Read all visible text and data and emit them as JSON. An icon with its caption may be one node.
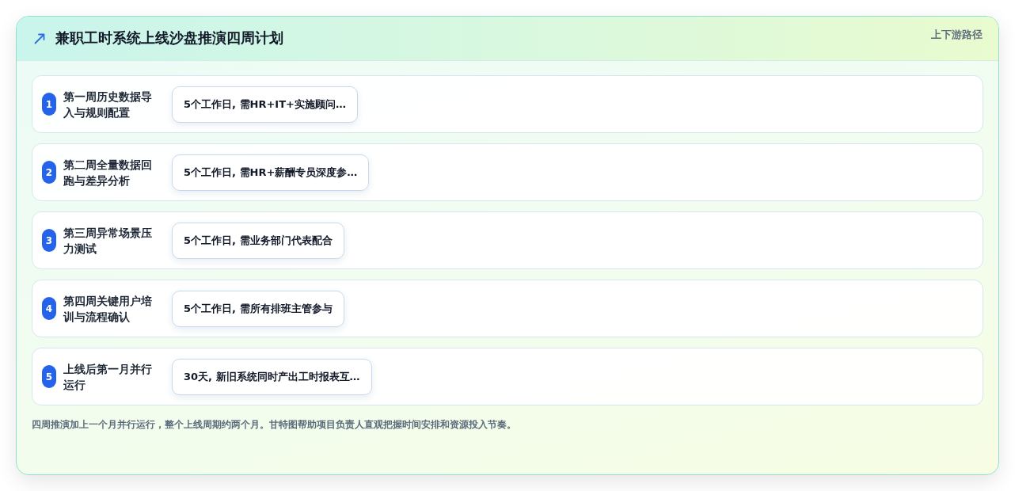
{
  "diagram": {
    "title": "兼职工时系统上线沙盘推演四周计划",
    "caption": "四周推演加上一个月并行运行，整个上线周期约两个月。甘特图帮助项目负责人直观把握时间安排和资源投入节奏。",
    "nodes": [
      {
        "text": [
          "第一周历史数据导入与规则配置"
        ]
      },
      {
        "text": [
          "1"
        ],
        "in": 0
      },
      {
        "text": [
          "5个工作日, 需HR+IT+实施顾问…"
        ],
        "in": 0
      },
      {
        "text": [
          "第二周全量数据回跑与差异分析"
        ]
      },
      {
        "text": [
          "2"
        ],
        "in": 3
      },
      {
        "text": [
          "5个工作日, 需HR+薪酬专员深度参…"
        ],
        "in": 3
      },
      {
        "text": [
          "第三周异常场景压力测试"
        ]
      },
      {
        "text": [
          "3"
        ],
        "in": 6
      },
      {
        "text": [
          "5个工作日, 需业务部门代表配合"
        ],
        "in": 6
      },
      {
        "text": [
          "第四周关键用户培训与流程确认"
        ]
      },
      {
        "text": [
          "4"
        ],
        "in": 9
      },
      {
        "text": [
          "5个工作日, 需所有排班主管参与"
        ],
        "in": 9
      },
      {
        "text": [
          "上线后第一月并行运行"
        ]
      },
      {
        "text": [
          "5"
        ],
        "in": 12
      },
      {
        "text": [
          "30天, 新旧系统同时产出工时报表互…"
        ],
        "in": 12
      }
    ],
    "labels": [
      "上下游路径"
    ]
  }
}
